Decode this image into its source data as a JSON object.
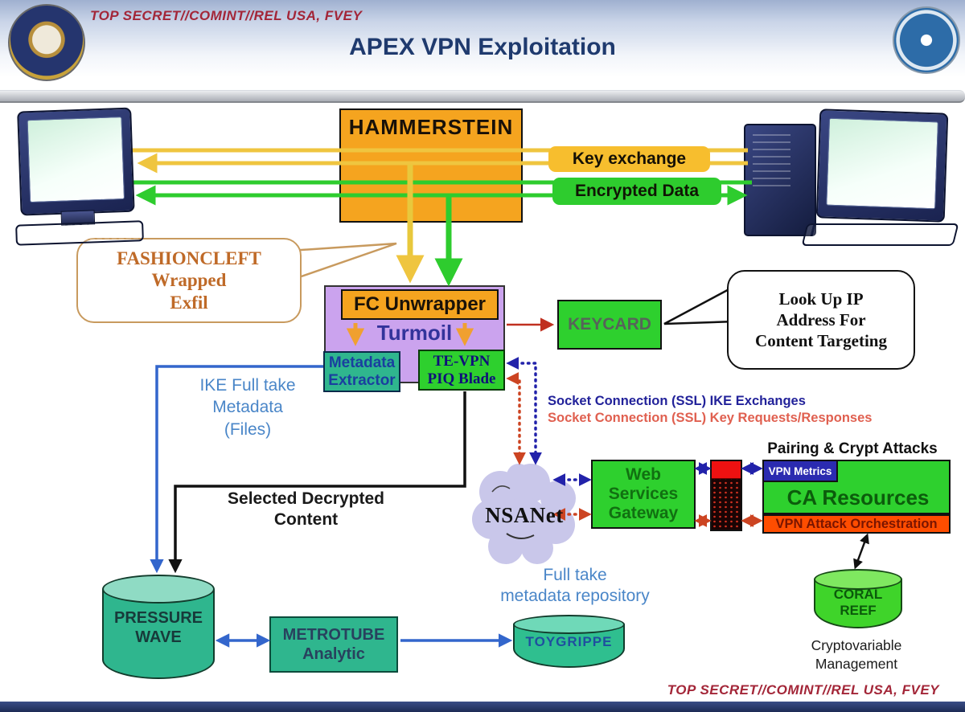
{
  "header": {
    "classification": "TOP SECRET//COMINT//REL  USA, FVEY",
    "title": "APEX VPN Exploitation"
  },
  "footer": {
    "classification": "TOP SECRET//COMINT//REL  USA, FVEY"
  },
  "colors": {
    "classification_red": "#a32638",
    "title_navy": "#1f3a6e",
    "hammerstein_orange": "#f5a41f",
    "key_exchange_yellow": "#f7be2e",
    "encrypted_green": "#2ecc2e",
    "turmoil_purple": "#cba3ee",
    "teal_store": "#2fb68e",
    "bright_green_box": "#2ed02e",
    "dotted_blue": "#2222aa",
    "dotted_rust": "#cc4422",
    "firewall_red": "#ee1111",
    "vpn_attack_orange": "#ff4d00",
    "vpn_metrics_navy": "#2b2bb0",
    "coral_green": "#3fd42a",
    "cloud_lavender": "#c9c7ea"
  },
  "d": {
    "hammerstein": "HAMMERSTEIN",
    "key_exchange": "Key exchange",
    "encrypted_data": "Encrypted Data",
    "fashioncleft": {
      "l1": "FASHIONCLEFT",
      "l2": "Wrapped",
      "l3": "Exfil"
    },
    "fc_unwrapper": "FC Unwrapper",
    "turmoil": "Turmoil",
    "metadata_extractor": {
      "l1": "Metadata",
      "l2": "Extractor"
    },
    "te_vpn": {
      "l1": "TE-VPN",
      "l2": "PIQ Blade"
    },
    "keycard": "KEYCARD",
    "lookup": {
      "l1": "Look Up IP",
      "l2": "Address For",
      "l3": "Content Targeting"
    },
    "socket_ike": "Socket Connection (SSL) IKE Exchanges",
    "socket_key": "Socket Connection (SSL) Key Requests/Responses",
    "ike_meta": {
      "l1": "IKE Full take",
      "l2": "Metadata",
      "l3": "(Files)"
    },
    "selected": {
      "l1": "Selected Decrypted",
      "l2": "Content"
    },
    "nsanet": "NSANet",
    "wsg": {
      "l1": "Web",
      "l2": "Services",
      "l3": "Gateway"
    },
    "pairing": "Pairing & Crypt Attacks",
    "vpn_metrics": "VPN Metrics",
    "ca_resources": "CA Resources",
    "vpn_attack": "VPN Attack Orchestration",
    "coral": {
      "l1": "CORAL",
      "l2": "REEF"
    },
    "crypto": {
      "l1": "Cryptovariable",
      "l2": "Management"
    },
    "pressure": {
      "l1": "PRESSURE",
      "l2": "WAVE"
    },
    "metrotube": {
      "l1": "METROTUBE",
      "l2": "Analytic"
    },
    "toygrippe": "TOYGRIPPE",
    "repo": {
      "l1": "Full take",
      "l2": "metadata repository"
    }
  }
}
